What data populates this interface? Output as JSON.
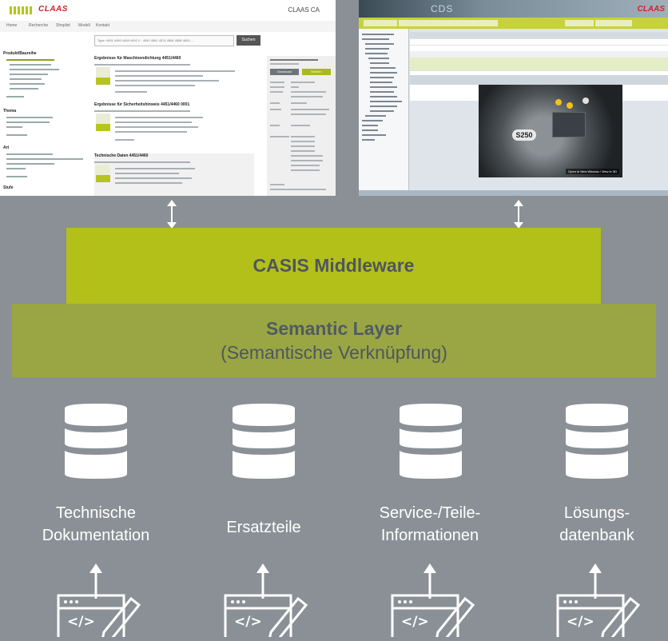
{
  "screenshot_portal": {
    "logo": "CLAAS",
    "brand": "CLAAS CA",
    "nav": [
      "Home",
      "Recherche",
      "Shoplist",
      "Modell",
      "Kontakt"
    ],
    "search_placeholder": "Type: 4451 4460 4489 4492 0 · 4540 4561 4574 4584 4588 4600 ...",
    "search_button": "Suchen",
    "sidebar_headings": [
      "Produkt/Baureihe",
      "Thema",
      "Art",
      "Stufe"
    ],
    "results": [
      "Ergebnisse für Maschinendichtung 4451/4460",
      "Ergebnisse für Sicherheitshinweis 4451/4460 0001",
      "Technische Daten 4451/4460"
    ],
    "panel_buttons": [
      "Download",
      "Merken"
    ]
  },
  "screenshot_viewer": {
    "title": "CDS",
    "logo": "CLAAS",
    "image_label": "S250",
    "image_caption": "Open in New Window / View in 3D"
  },
  "middleware": {
    "title": "CASIS Middleware"
  },
  "semantic_layer": {
    "title": "Semantic Layer",
    "subtitle": "(Semantische Verknüpfung)"
  },
  "databases": [
    {
      "line1": "Technische",
      "line2": "Dokumentation"
    },
    {
      "line1": "Ersatzteile",
      "line2": ""
    },
    {
      "line1": "Service-/Teile-",
      "line2": "Informationen"
    },
    {
      "line1": "Lösungs-",
      "line2": "datenbank"
    }
  ],
  "colors": {
    "background": "#8a9096",
    "middleware": "#b3c01a",
    "semantic_layer": "#9aa643",
    "text_dark": "#4f565d",
    "icon": "#ffffff"
  },
  "icons": {
    "connector": "double-arrow-icon",
    "database": "database-icon",
    "editor": "code-editor-icon",
    "upload_arrow": "arrow-up-icon"
  }
}
